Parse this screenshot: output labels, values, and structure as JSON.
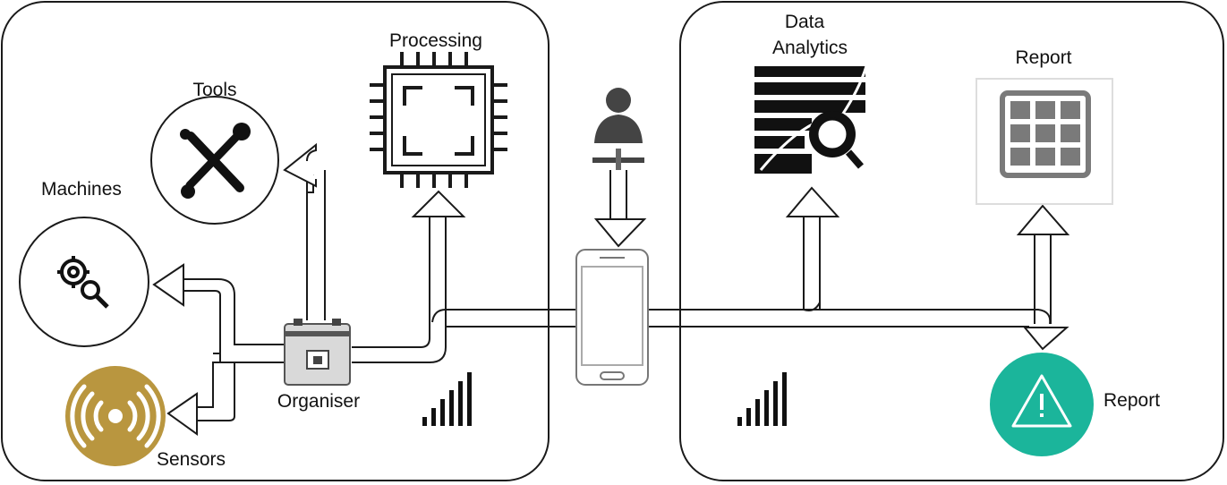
{
  "labels": {
    "processing": "Processing",
    "tools": "Tools",
    "machines": "Machines",
    "organiser": "Organiser",
    "sensors": "Sensors",
    "data_analytics_line1": "Data",
    "data_analytics_line2": "Analytics",
    "report_top": "Report",
    "report_alert": "Report"
  },
  "icons": {
    "tools": "wrench-screwdriver-icon",
    "machines": "gear-magnifier-icon",
    "sensors": "wireless-sensor-icon",
    "organiser": "organiser-box-icon",
    "processing": "cpu-chip-icon",
    "user": "user-at-desk-icon",
    "phone": "smartphone-icon",
    "analytics": "analytics-magnifier-icon",
    "report_grid": "report-grid-icon",
    "alert": "warning-triangle-icon",
    "signal": "signal-bars-icon"
  },
  "colors": {
    "sensor_gold": "#B9963F",
    "alert_teal": "#1BB59B",
    "grid_gray": "#7A7A7A",
    "stroke": "#1A1A1A"
  }
}
